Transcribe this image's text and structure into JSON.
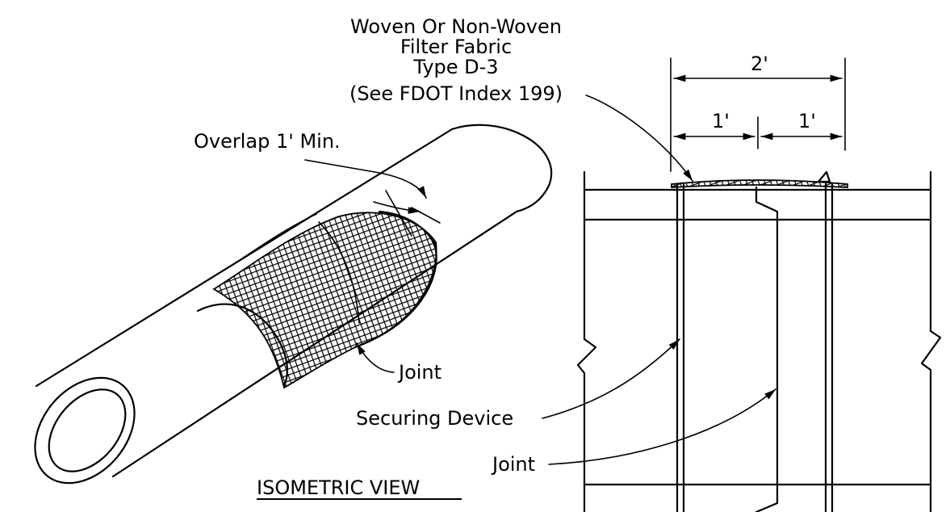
{
  "labels": {
    "fabric_line1": "Woven Or Non-Woven",
    "fabric_line2": "Filter Fabric",
    "fabric_line3": "Type D-3",
    "fabric_line4": "(See FDOT Index 199)",
    "overlap": "Overlap 1' Min.",
    "joint_iso": "Joint",
    "securing_device": "Securing Device",
    "joint_section": "Joint",
    "view_title": "ISOMETRIC VIEW"
  },
  "dimensions": {
    "overall": "2'",
    "left_half": "1'",
    "right_half": "1'"
  }
}
